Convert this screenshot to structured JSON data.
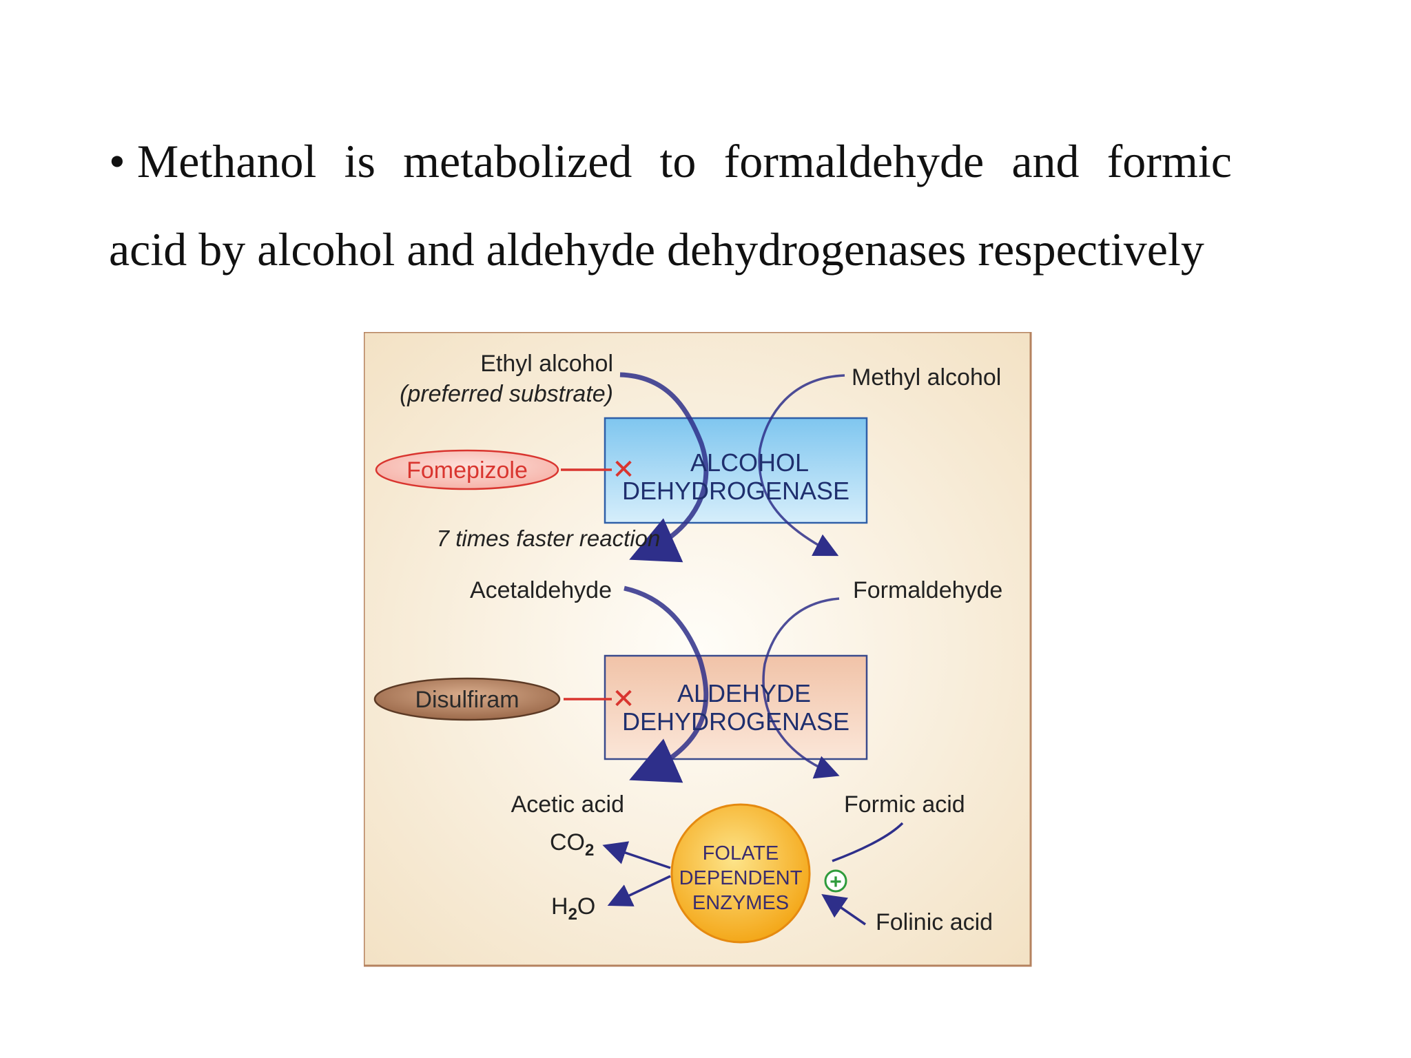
{
  "slide": {
    "bullet": "•",
    "line1_words": [
      "Methanol",
      "is",
      "metabolized",
      "to",
      "formaldehyde",
      "and",
      "formic"
    ],
    "line2": "acid by alcohol and aldehyde dehydrogenases respectively"
  },
  "diagram": {
    "ethyl_alcohol": "Ethyl alcohol",
    "preferred_substrate": "(preferred substrate)",
    "methyl_alcohol": "Methyl alcohol",
    "fomepizole": "Fomepizole",
    "adh_line1": "ALCOHOL",
    "adh_line2": "DEHYDROGENASE",
    "faster_reaction": "7 times faster reaction",
    "acetaldehyde": "Acetaldehyde",
    "formaldehyde": "Formaldehyde",
    "disulfiram": "Disulfiram",
    "aldh_line1": "ALDEHYDE",
    "aldh_line2": "DEHYDROGENASE",
    "acetic_acid": "Acetic acid",
    "formic_acid": "Formic acid",
    "co2_main": "CO",
    "co2_sub": "2",
    "h2o_h": "H",
    "h2o_sub": "2",
    "h2o_o": "O",
    "folate_line1": "FOLATE",
    "folate_line2": "DEPENDENT",
    "folate_line3": "ENZYMES",
    "folinic_acid": "Folinic acid",
    "inhibit_symbol": "✕",
    "stimulate_symbol": "+",
    "colors": {
      "arrow": "#2e2f8a",
      "inhibitor_line": "#d9352f",
      "adh_box": "#8fd0f2",
      "aldh_box": "#f4cdb6",
      "folate": "#f6b51e",
      "plus": "#2f9b3c",
      "frame_bg": "#f7ead3",
      "frame_border": "#b5825f"
    },
    "icons": [
      "inhibit-cross-icon",
      "stimulate-plus-icon"
    ]
  }
}
